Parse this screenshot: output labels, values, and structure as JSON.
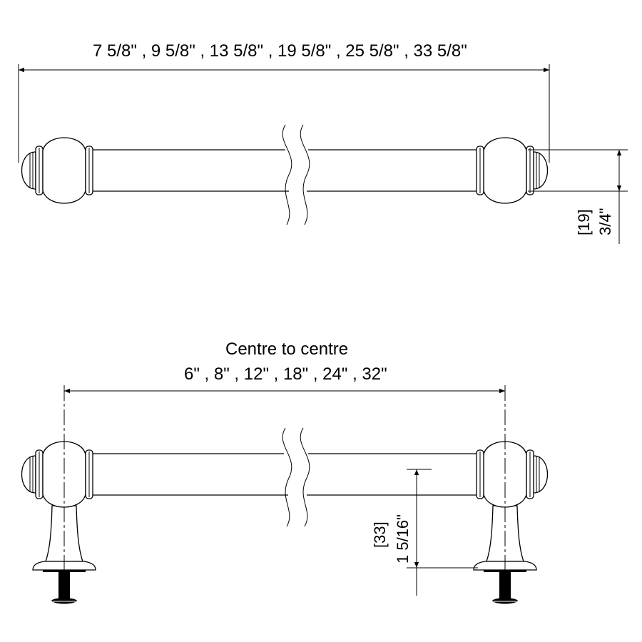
{
  "top_view": {
    "overall_length_label": "7 5/8\" ,  9 5/8\" ,  13 5/8\" ,  19 5/8\" ,  25 5/8\" ,  33 5/8\"",
    "diameter_mm": "[19]",
    "diameter_in": "3/4\""
  },
  "front_view": {
    "centre_title": "Centre to centre",
    "centre_values": "6\" , 8\" , 12\" , 18\" , 24\" , 32\"",
    "projection_mm": "[33]",
    "projection_in": "1 5/16\""
  }
}
